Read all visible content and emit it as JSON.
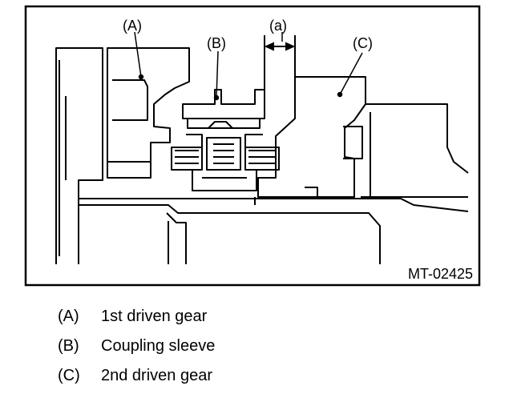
{
  "diagram": {
    "callouts": [
      "(A)",
      "(B)",
      "(C)",
      "(a)"
    ],
    "figure_id": "MT-02425"
  },
  "legend": [
    {
      "key": "(A)",
      "text": "1st driven gear"
    },
    {
      "key": "(B)",
      "text": "Coupling sleeve"
    },
    {
      "key": "(C)",
      "text": "2nd driven gear"
    }
  ]
}
